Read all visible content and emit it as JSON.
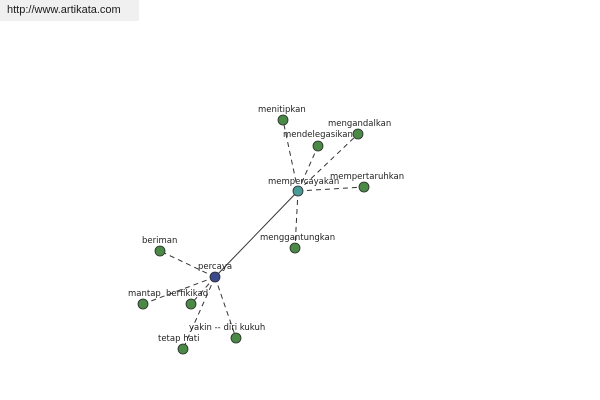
{
  "header": {
    "url_text": "http://www.artikata.com"
  },
  "colors": {
    "root_node": "#3a4a8c",
    "hub_node": "#4a9a96",
    "leaf_node": "#4a8a46",
    "node_stroke": "#2a2a2a"
  },
  "graph": {
    "nodes": [
      {
        "id": "percaya",
        "label": "percaya",
        "kind": "root"
      },
      {
        "id": "mempercayakan",
        "label": "mempercayakan",
        "kind": "hub"
      },
      {
        "id": "menitipkan",
        "label": "menitipkan",
        "kind": "leaf"
      },
      {
        "id": "mengandalkan",
        "label": "mengandalkan",
        "kind": "leaf"
      },
      {
        "id": "mendelegasikan",
        "label": "mendelegasikan",
        "kind": "leaf"
      },
      {
        "id": "mempertaruhkan",
        "label": "mempertaruhkan",
        "kind": "leaf"
      },
      {
        "id": "menggantungkan",
        "label": "menggantungkan",
        "kind": "leaf"
      },
      {
        "id": "beriman",
        "label": "beriman",
        "kind": "leaf"
      },
      {
        "id": "mantap",
        "label": "mantap",
        "kind": "leaf"
      },
      {
        "id": "berfikikad",
        "label": "berfikikad",
        "kind": "leaf"
      },
      {
        "id": "yakin",
        "label": "yakin -- diri kukuh",
        "kind": "leaf"
      },
      {
        "id": "tetap_hati",
        "label": "tetap hati",
        "kind": "leaf"
      }
    ],
    "edges": [
      {
        "from": "percaya",
        "to": "mempercayakan",
        "style": "solid"
      },
      {
        "from": "mempercayakan",
        "to": "menitipkan",
        "style": "dashed"
      },
      {
        "from": "mempercayakan",
        "to": "mengandalkan",
        "style": "dashed"
      },
      {
        "from": "mempercayakan",
        "to": "mendelegasikan",
        "style": "dashed"
      },
      {
        "from": "mempercayakan",
        "to": "mempertaruhkan",
        "style": "dashed"
      },
      {
        "from": "mempercayakan",
        "to": "menggantungkan",
        "style": "dashed"
      },
      {
        "from": "percaya",
        "to": "beriman",
        "style": "dashed"
      },
      {
        "from": "percaya",
        "to": "mantap",
        "style": "dashed"
      },
      {
        "from": "percaya",
        "to": "berfikikad",
        "style": "dashed"
      },
      {
        "from": "percaya",
        "to": "yakin",
        "style": "dashed"
      },
      {
        "from": "percaya",
        "to": "tetap_hati",
        "style": "dashed"
      }
    ]
  }
}
